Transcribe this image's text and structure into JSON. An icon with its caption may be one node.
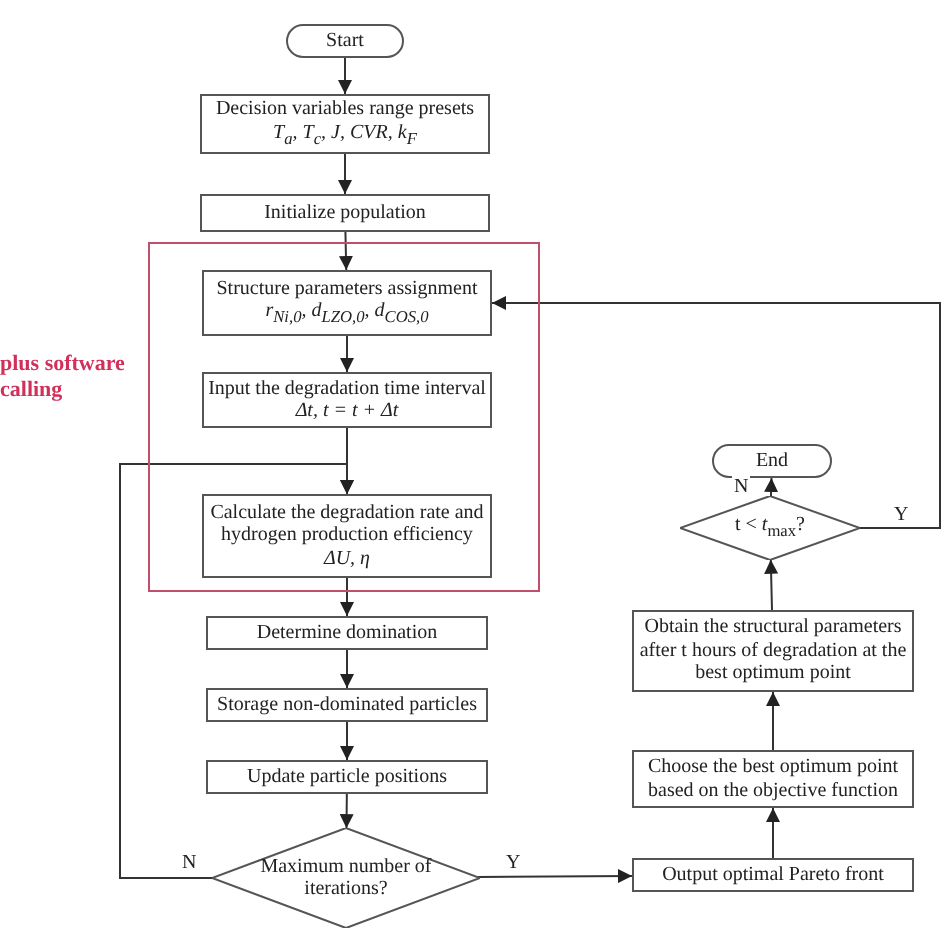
{
  "diagram": {
    "nodes": [
      {
        "text": [
          "Start"
        ]
      },
      {
        "text": [
          "Decision variables range presets",
          "*T*$_{a}$, *T*$_{c}$, *J*, *CVR*, *k*$_{F}$"
        ]
      },
      {
        "text": [
          "Initialize population"
        ]
      },
      {
        "text": [],
        "shape": "box",
        "beside": [
          "plus software calling"
        ]
      },
      {
        "text": [
          "Structure parameters assignment",
          "*r*$_{Ni,0}$, d$_{LZO,0}$, *d*$_{COS,0}$"
        ],
        "in": 3
      },
      {
        "text": [
          "Input the degradation time interval",
          "Δt, t = t + Δt"
        ],
        "in": 3
      },
      {
        "text": [
          "Calculate the degradation rate and hydrogen production efficiency",
          "ΔU, η"
        ],
        "in": 3
      },
      {
        "text": [
          "Determine domination"
        ]
      },
      {
        "text": [
          "Storage non-dominated particles"
        ]
      },
      {
        "text": [
          "Update particle positions"
        ]
      },
      {
        "text": [
          "Maximum number of iterations?"
        ]
      },
      {
        "text": [
          "Output optimal Pareto front"
        ]
      },
      {
        "text": [
          "Choose the best optimum point based on the objective function"
        ]
      },
      {
        "text": [
          "Obtain the structural parameters after t hours of degradation at the best optimum point"
        ]
      },
      {
        "text": [
          "t < *t*$_{max}$?"
        ]
      },
      {
        "text": [
          "End"
        ]
      }
    ],
    "edges": [
      {
        "from": 0,
        "to": 1,
        "arrow": "to"
      },
      {
        "from": 1,
        "to": 2,
        "arrow": "to"
      },
      {
        "from": 2,
        "to": 4,
        "arrow": "to"
      },
      {
        "from": 4,
        "to": 5,
        "arrow": "to"
      },
      {
        "from": 5,
        "to": 6,
        "arrow": "to"
      },
      {
        "from": 6,
        "to": 7,
        "arrow": "to"
      },
      {
        "from": 7,
        "to": 8,
        "arrow": "to"
      },
      {
        "from": 8,
        "to": 9,
        "arrow": "to"
      },
      {
        "from": 9,
        "to": 10,
        "arrow": "to"
      },
      {
        "from": 10,
        "to": 6,
        "arrow": "to",
        "label": "N"
      },
      {
        "from": 10,
        "to": 11,
        "arrow": "to",
        "label": "Y"
      },
      {
        "from": 11,
        "to": 12,
        "arrow": "to"
      },
      {
        "from": 12,
        "to": 13,
        "arrow": "to"
      },
      {
        "from": 13,
        "to": 14,
        "arrow": "to"
      },
      {
        "from": 14,
        "to": 15,
        "arrow": "to",
        "label": "N"
      },
      {
        "from": 14,
        "to": 4,
        "arrow": "to",
        "label": "Y"
      }
    ]
  }
}
